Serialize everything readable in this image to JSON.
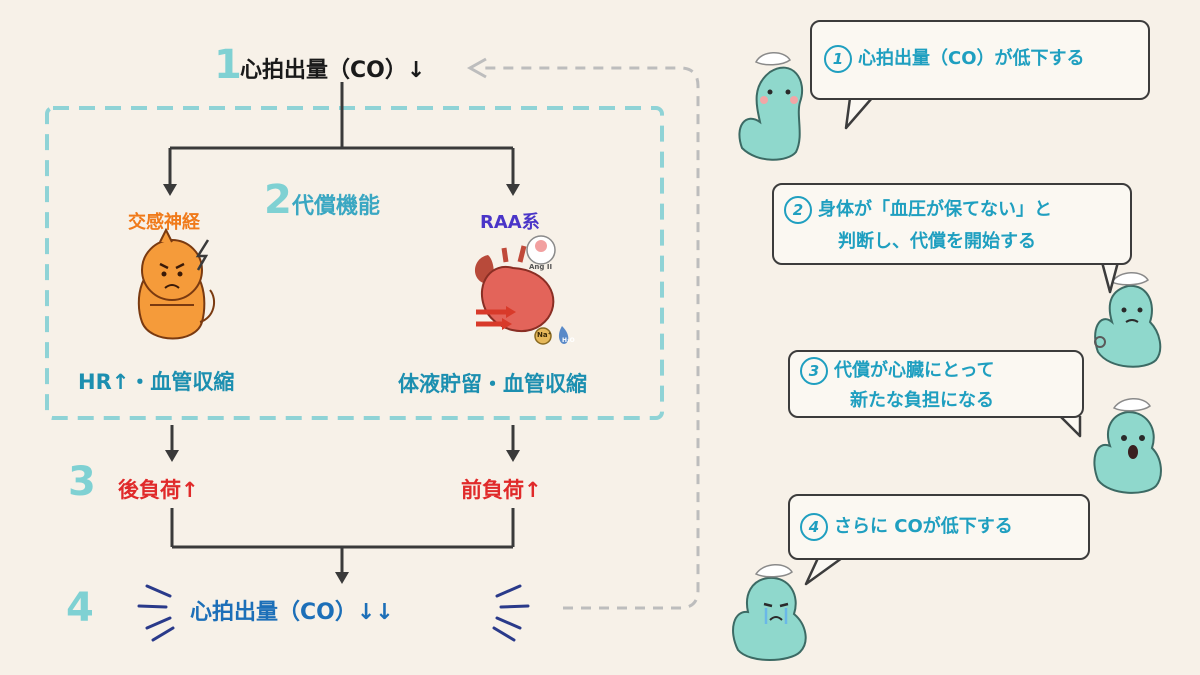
{
  "diagram": {
    "step1": {
      "num": "1",
      "label": "心拍出量（CO）↓"
    },
    "step2": {
      "num": "2",
      "label": "代償機能"
    },
    "left_branch": {
      "title": "交感神経",
      "effect": "HR↑・血管収縮"
    },
    "right_branch": {
      "title": "RAA系",
      "effect": "体液貯留・血管収縮",
      "badge_ang": "Ang II",
      "badge_na": "Na⁺",
      "badge_h2o": "H₂O"
    },
    "step3": {
      "num": "3",
      "left": "後負荷↑",
      "right": "前負荷↑"
    },
    "step4": {
      "num": "4",
      "label": "心拍出量（CO）↓↓"
    }
  },
  "bubbles": [
    {
      "num": "1",
      "lines": [
        "心拍出量（CO）が低下する"
      ]
    },
    {
      "num": "2",
      "lines": [
        "身体が「血圧が保てない」と",
        "判断し、代償を開始する"
      ]
    },
    {
      "num": "3",
      "lines": [
        "代償が心臓にとって",
        "新たな負担になる"
      ]
    },
    {
      "num": "4",
      "lines": [
        "さらに COが低下する"
      ]
    }
  ],
  "colors": {
    "background": "#f7f1e8",
    "step_number": "#7fd1d3",
    "dashed_box": "#8fd3d6",
    "sympathetic_title": "#f07a1a",
    "raa_title": "#4a35c8",
    "effect_text": "#1c8fb0",
    "load_text": "#e02a2a",
    "final_co": "#1c6fb8",
    "bubble_text": "#1f9fc0",
    "mascot": "#8fd8cc"
  }
}
